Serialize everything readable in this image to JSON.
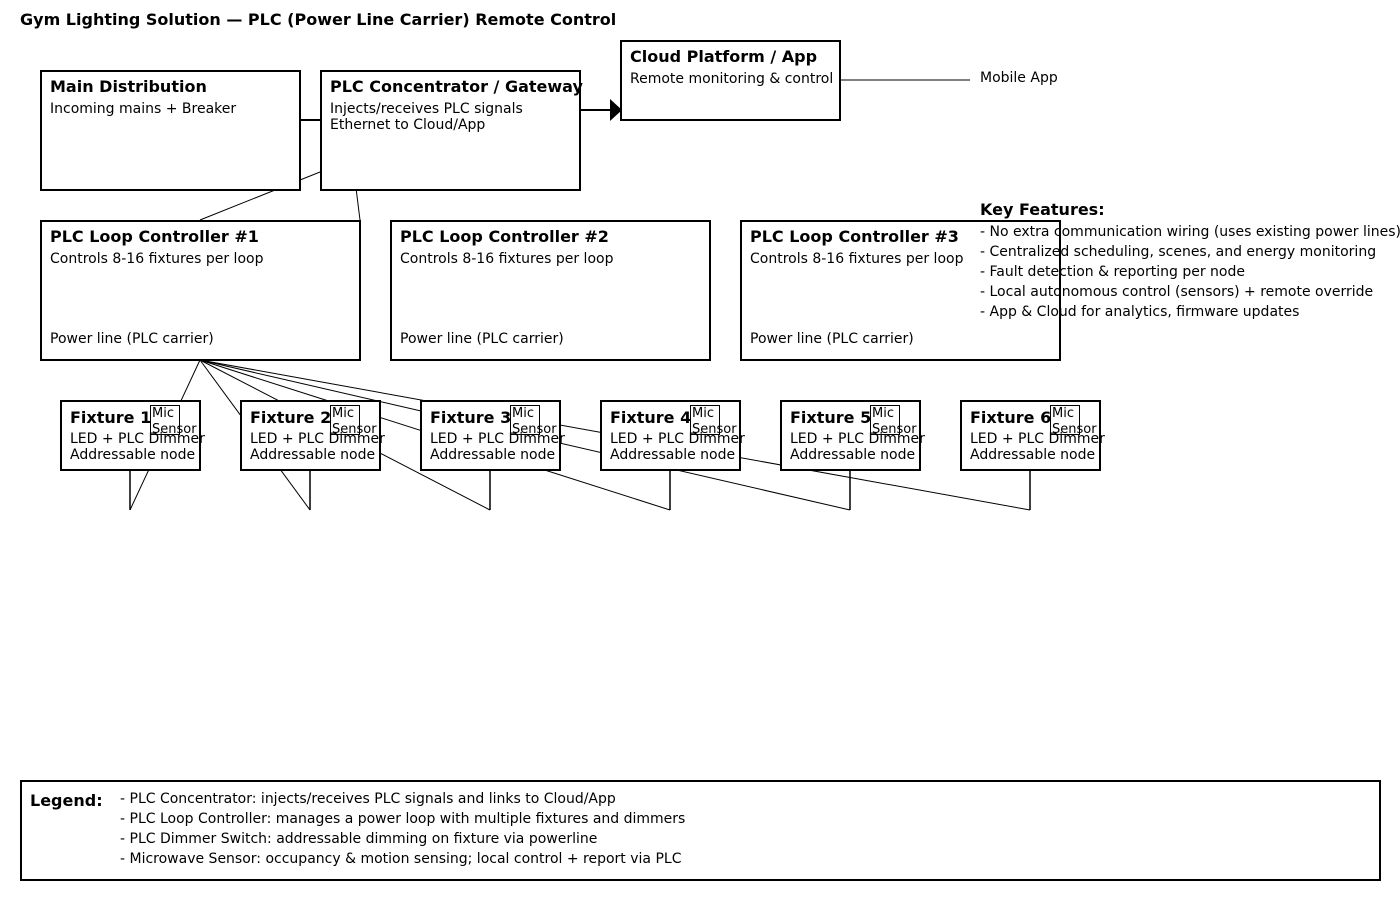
{
  "title": "Gym Lighting Solution — PLC (Power Line Carrier) Remote Control",
  "main_distribution": {
    "title": "Main Distribution",
    "line1": "Incoming mains + Breaker"
  },
  "concentrator": {
    "title": "PLC Concentrator / Gateway",
    "line1": "Injects/receives PLC signals",
    "line2": "Ethernet to Cloud/App"
  },
  "cloud": {
    "title": "Cloud Platform / App",
    "line1": "Remote monitoring & control"
  },
  "mobile_app": "Mobile App",
  "loop_controllers": [
    {
      "title": "PLC Loop Controller #1",
      "line1": "Controls 8-16 fixtures per loop",
      "footer": "Power line (PLC carrier)"
    },
    {
      "title": "PLC Loop Controller #2",
      "line1": "Controls 8-16 fixtures per loop",
      "footer": "Power line (PLC carrier)"
    },
    {
      "title": "PLC Loop Controller #3",
      "line1": "Controls 8-16 fixtures per loop",
      "footer": "Power line (PLC carrier)"
    }
  ],
  "fixtures": [
    {
      "title": "Fixture 1",
      "line1": "LED + PLC Dimmer",
      "line2": "Addressable node",
      "sensor_line1": "Mic",
      "sensor_line2": "Sensor"
    },
    {
      "title": "Fixture 2",
      "line1": "LED + PLC Dimmer",
      "line2": "Addressable node",
      "sensor_line1": "Mic",
      "sensor_line2": "Sensor"
    },
    {
      "title": "Fixture 3",
      "line1": "LED + PLC Dimmer",
      "line2": "Addressable node",
      "sensor_line1": "Mic",
      "sensor_line2": "Sensor"
    },
    {
      "title": "Fixture 4",
      "line1": "LED + PLC Dimmer",
      "line2": "Addressable node",
      "sensor_line1": "Mic",
      "sensor_line2": "Sensor"
    },
    {
      "title": "Fixture 5",
      "line1": "LED + PLC Dimmer",
      "line2": "Addressable node",
      "sensor_line1": "Mic",
      "sensor_line2": "Sensor"
    },
    {
      "title": "Fixture 6",
      "line1": "LED + PLC Dimmer",
      "line2": "Addressable node",
      "sensor_line1": "Mic",
      "sensor_line2": "Sensor"
    }
  ],
  "key_features": {
    "title": "Key Features:",
    "items": [
      "- No extra communication wiring (uses existing power lines)",
      "- Centralized scheduling, scenes, and energy monitoring",
      "- Fault detection & reporting per node",
      "- Local autonomous control (sensors) + remote override",
      "- App & Cloud for analytics, firmware updates"
    ]
  },
  "legend": {
    "title": "Legend:",
    "items": [
      "- PLC Concentrator: injects/receives PLC signals and links to Cloud/App",
      "- PLC Loop Controller: manages a power loop with multiple fixtures and dimmers",
      "- PLC Dimmer Switch: addressable dimming on fixture via powerline",
      "- Microwave Sensor: occupancy & motion sensing; local control + report via PLC"
    ]
  }
}
